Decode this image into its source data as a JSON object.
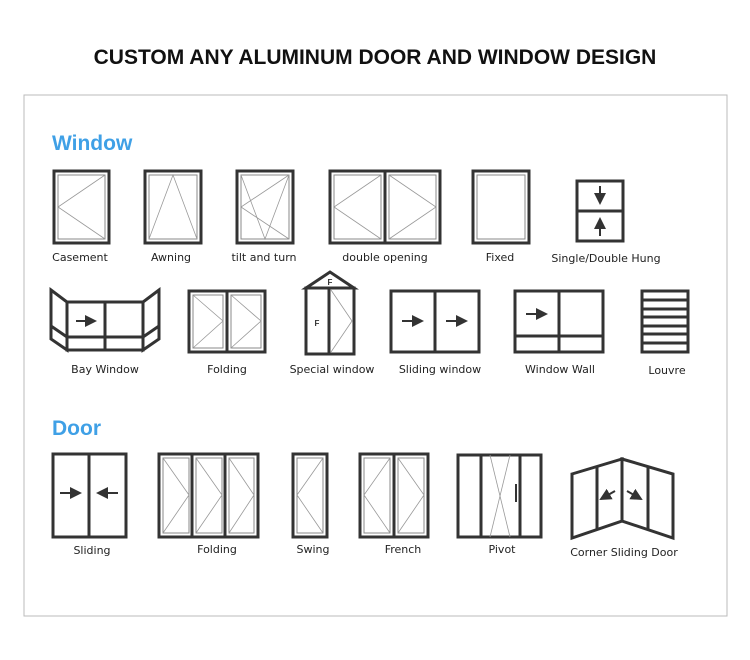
{
  "title": "CUSTOM ANY ALUMINUM DOOR AND WINDOW DESIGN",
  "colors": {
    "accent": "#3fa0e6",
    "frame": "#333333",
    "border": "#bbbbbb"
  },
  "window": {
    "heading": "Window",
    "items": [
      "Casement",
      "Awning",
      "tilt and turn",
      "double opening",
      "Fixed",
      "Single/Double Hung",
      "Bay Window",
      "Folding",
      "Special window",
      "Sliding window",
      "Window Wall",
      "Louvre"
    ],
    "fixed_mark": "F"
  },
  "door": {
    "heading": "Door",
    "items": [
      "Sliding",
      "Folding",
      "Swing",
      "French",
      "Pivot",
      "Corner Sliding Door"
    ]
  }
}
